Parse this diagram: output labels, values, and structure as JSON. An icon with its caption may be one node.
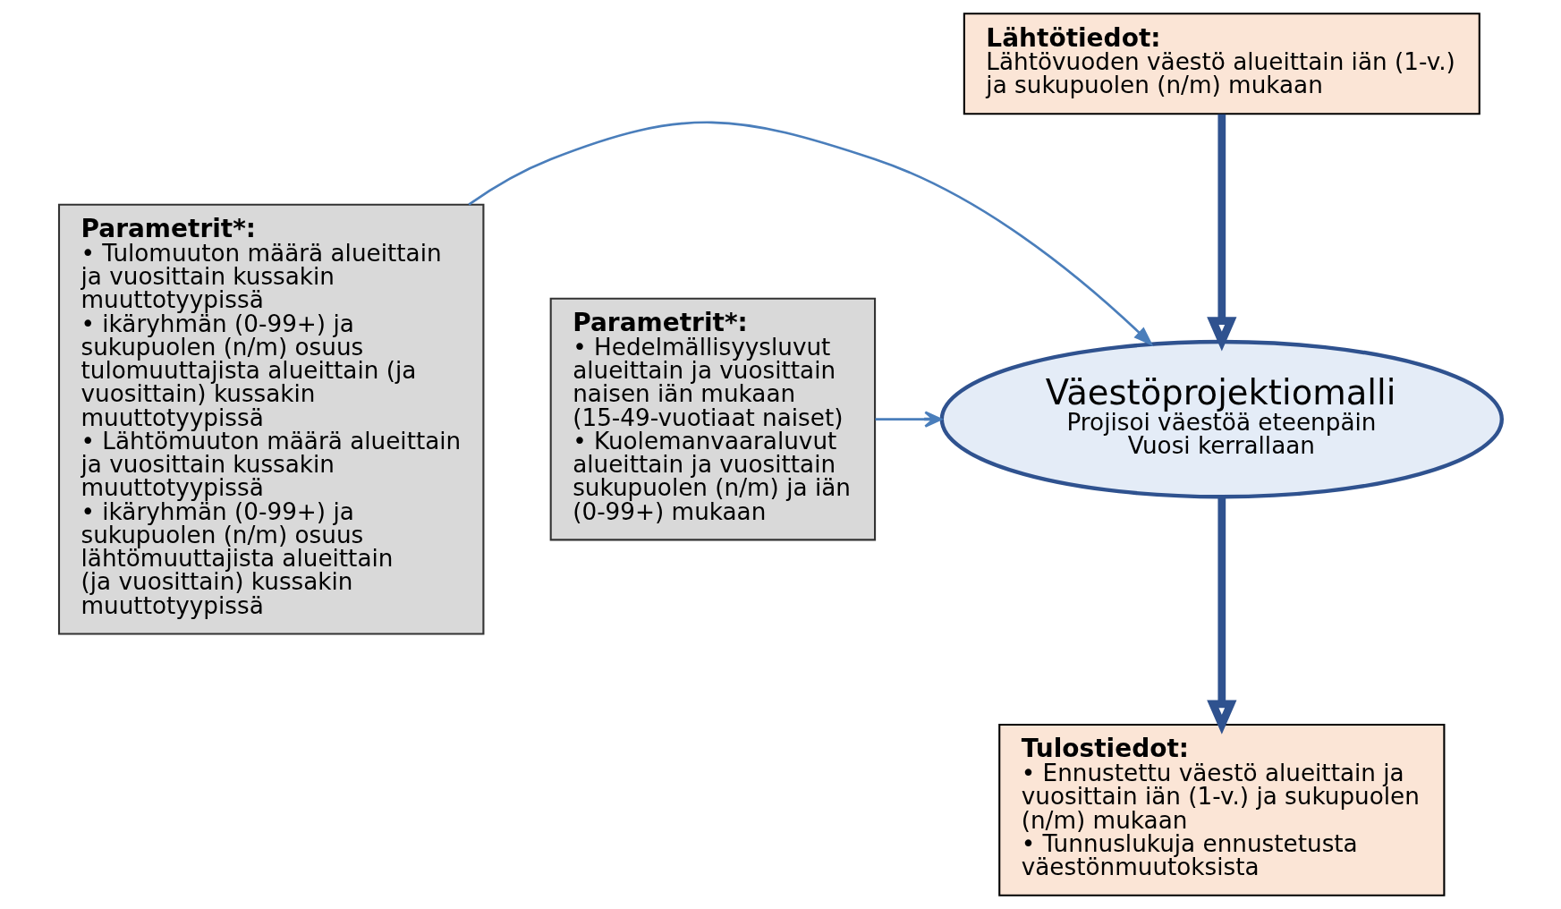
{
  "diagram": {
    "nodes": [
      {
        "text": [
          "Lähtötiedot:",
          "Lähtövuoden väestö alueittain iän (1-v.) ja sukupuolen (n/m) mukaan"
        ]
      },
      {
        "text": [
          "Parametrit*:",
          "• Hedelmällisyysluvut alueittain ja vuosittain naisen iän mukaan (15-49-vuotiaat naiset)",
          "• Kuolemanvaaraluvut alueittain ja vuosittain sukupuolen (n/m) ja iän (0-99+) mukaan"
        ]
      },
      {
        "text": [
          "Väestöprojektiomalli",
          "Projisoi väestöä eteenpäin",
          "Vuosi kerrallaan"
        ]
      },
      {
        "text": [
          "Parametrit*:",
          "• Tulomuuton määrä alueittain ja vuosittain kussakin muuttotyypissä",
          "• ikäryhmän (0-99+) ja sukupuolen (n/m) osuus tulomuuttajista alueittain (ja vuosittain) kussakin muuttotyypissä",
          "• Lähtömuuton määrä alueittain ja vuosittain kussakin muuttotyypissä",
          "• ikäryhmän (0-99+) ja sukupuolen (n/m) osuus lähtömuuttajista alueittain (ja vuosittain) kussakin muuttotyypissä"
        ]
      },
      {
        "text": [
          "Tulostiedot:",
          "• Ennustettu väestö alueittain ja vuosittain iän (1-v.) ja sukupuolen (n/m) mukaan",
          "• Tunnuslukuja ennustetusta väestönmuutoksista"
        ]
      }
    ],
    "edges": [
      {
        "from": 0,
        "to": 2,
        "arrow": "to",
        "style": "thick"
      },
      {
        "from": 1,
        "to": 2,
        "arrow": "to",
        "color": "#4a7ebb"
      },
      {
        "from": 3,
        "to": 2,
        "arrow": "to",
        "color": "#4a7ebb"
      },
      {
        "from": 2,
        "to": 4,
        "arrow": "to",
        "style": "thick"
      }
    ]
  }
}
